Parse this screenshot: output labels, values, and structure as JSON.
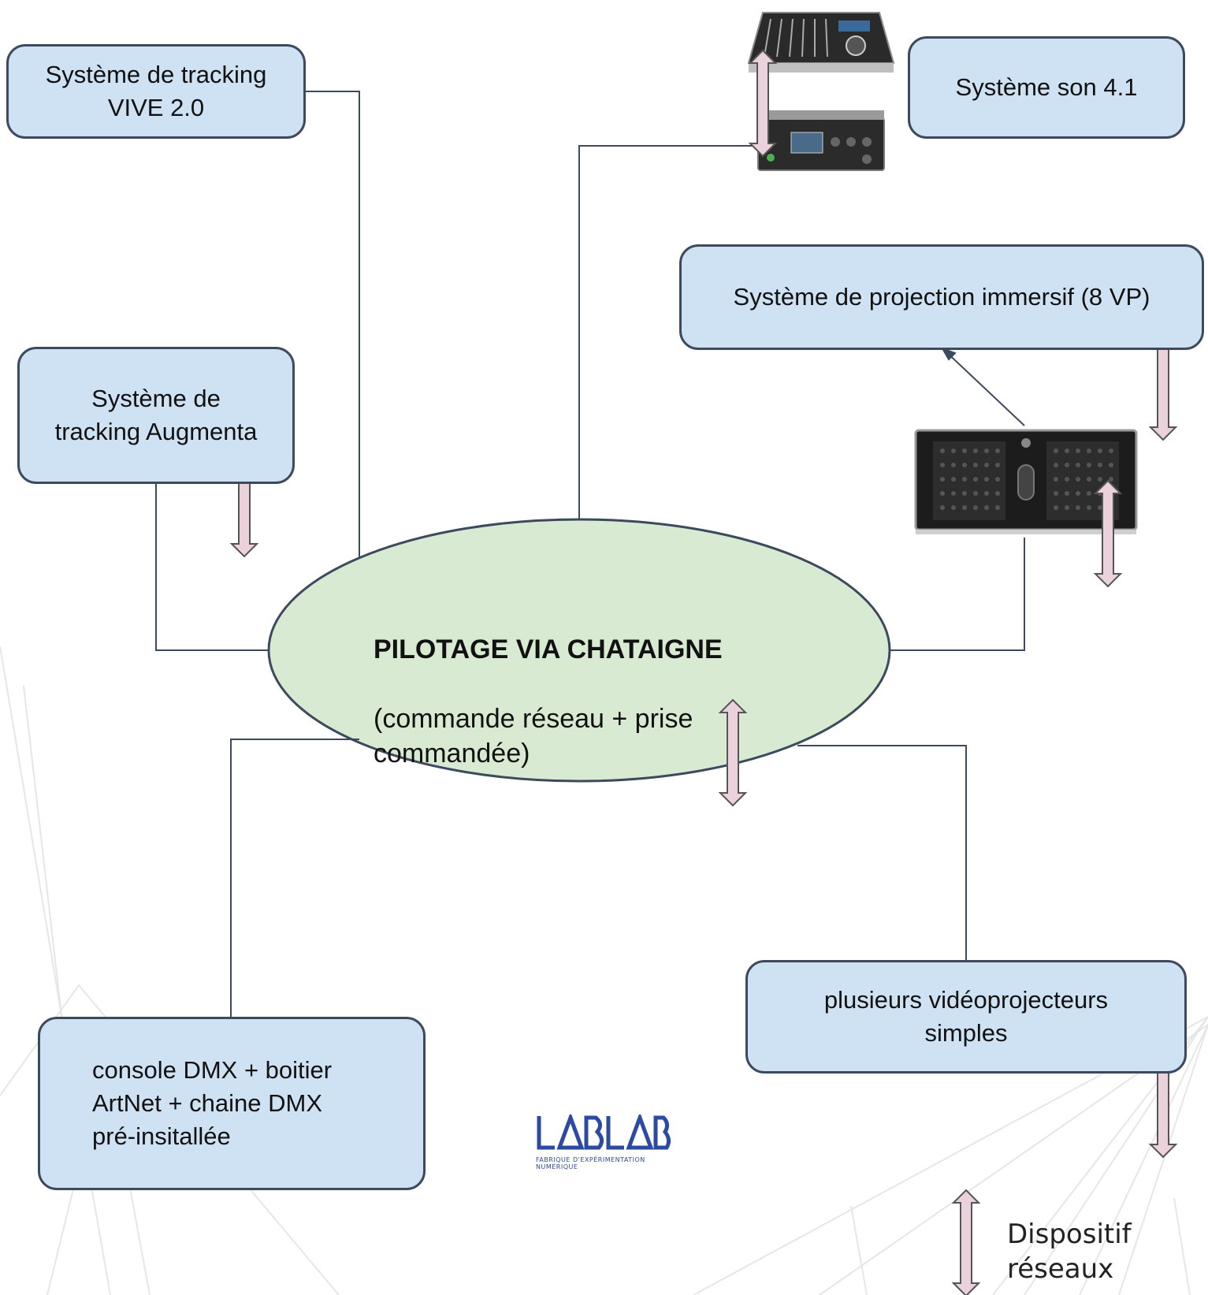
{
  "diagram": {
    "center": {
      "title": "PILOTAGE VIA CHATAIGNE",
      "subtitle": "(commande réseau + prise\ncommandée)"
    },
    "nodes": [
      {
        "id": "vive",
        "label": "Système de tracking\nVIVE 2.0"
      },
      {
        "id": "son",
        "label": "Système son 4.1"
      },
      {
        "id": "projection",
        "label": "Système de projection immersif (8 VP)"
      },
      {
        "id": "augmenta",
        "label": "Système de\ntracking Augmenta"
      },
      {
        "id": "dmx",
        "label": "console DMX + boitier\nArtNet + chaine DMX\npré-insitallée"
      },
      {
        "id": "videoproj",
        "label": "plusieurs vidéoprojecteurs\nsimples"
      }
    ],
    "devices": [
      {
        "id": "mixer-controller",
        "icon": "mixer-controller-icon"
      },
      {
        "id": "audio-interface",
        "icon": "audio-interface-icon"
      },
      {
        "id": "server",
        "icon": "rack-server-icon"
      }
    ],
    "legend": {
      "icon": "double-arrow-icon",
      "label": "Dispositif\nréseaux"
    },
    "logo": {
      "text": "LABLAB",
      "subtext": "FABRIQUE D'EXPÉRIMENTATION NUMÉRIQUE"
    },
    "colors": {
      "box_fill": "#cfe2f3",
      "box_border": "#3d4a5e",
      "ellipse_fill": "#d9ead3",
      "arrow_fill": "#ead1dc",
      "logo": "#2b4aa0"
    }
  }
}
